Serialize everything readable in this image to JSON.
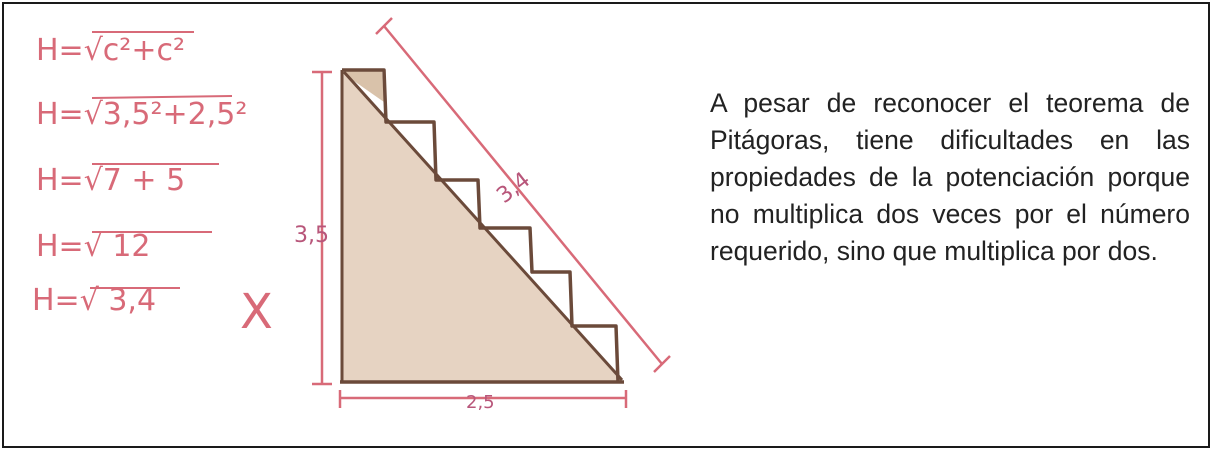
{
  "figure": {
    "formulas": [
      "H=√c²+c²",
      "H=√3,5²+2,5²",
      "H=√7 + 5",
      "H=√ 12",
      "H=√ 3,4"
    ],
    "grading_mark": "X",
    "measures": {
      "height": "3,5",
      "base": "2,5",
      "hypotenuse": "3,4"
    }
  },
  "caption": {
    "text": "A pesar de reconocer el teorema de Pitágoras, tiene dificultades en las propiedades de la potenciación porque no multiplica dos veces por el número requerido, sino que multiplica por dos."
  },
  "colors": {
    "ink_red": "#d86a78",
    "ink_brown": "#6b4a3a",
    "shade": "#e6d3c2",
    "border": "#1a1a1a"
  }
}
